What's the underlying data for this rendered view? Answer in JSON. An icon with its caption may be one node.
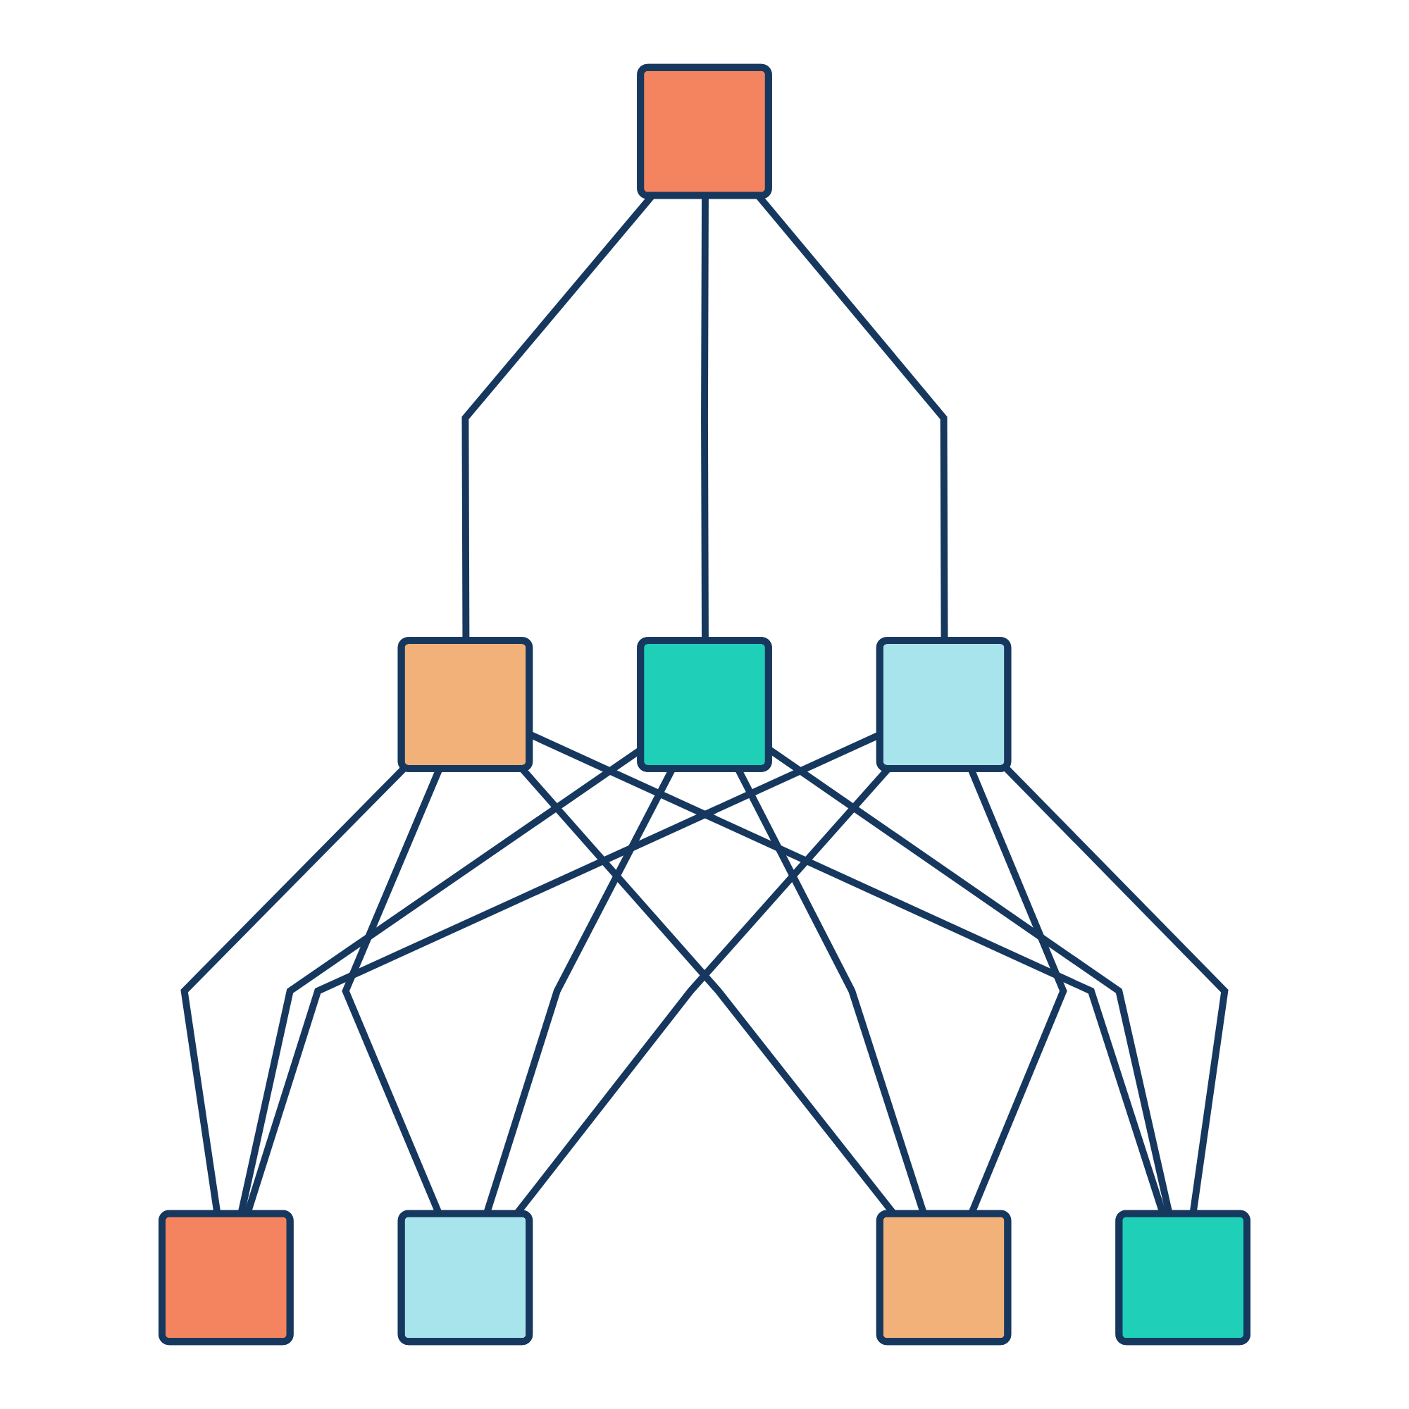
{
  "diagram": {
    "nodes": [
      {
        "text": [],
        "shape": "box"
      },
      {
        "text": [],
        "shape": "box"
      },
      {
        "text": [],
        "shape": "box"
      },
      {
        "text": [],
        "shape": "box"
      },
      {
        "text": [],
        "shape": "box"
      },
      {
        "text": [],
        "shape": "box"
      },
      {
        "text": [],
        "shape": "box"
      },
      {
        "text": [],
        "shape": "box"
      }
    ],
    "edges": [
      {
        "from": 0,
        "to": 1,
        "arrow": "none"
      },
      {
        "from": 0,
        "to": 2,
        "arrow": "none"
      },
      {
        "from": 0,
        "to": 3,
        "arrow": "none"
      },
      {
        "from": 1,
        "to": 4,
        "arrow": "none"
      },
      {
        "from": 1,
        "to": 5,
        "arrow": "none"
      },
      {
        "from": 1,
        "to": 6,
        "arrow": "none"
      },
      {
        "from": 1,
        "to": 7,
        "arrow": "none"
      },
      {
        "from": 2,
        "to": 4,
        "arrow": "none"
      },
      {
        "from": 2,
        "to": 5,
        "arrow": "none"
      },
      {
        "from": 2,
        "to": 6,
        "arrow": "none"
      },
      {
        "from": 2,
        "to": 7,
        "arrow": "none"
      },
      {
        "from": 3,
        "to": 4,
        "arrow": "none"
      },
      {
        "from": 3,
        "to": 5,
        "arrow": "none"
      },
      {
        "from": 3,
        "to": 6,
        "arrow": "none"
      },
      {
        "from": 3,
        "to": 7,
        "arrow": "none"
      }
    ]
  }
}
